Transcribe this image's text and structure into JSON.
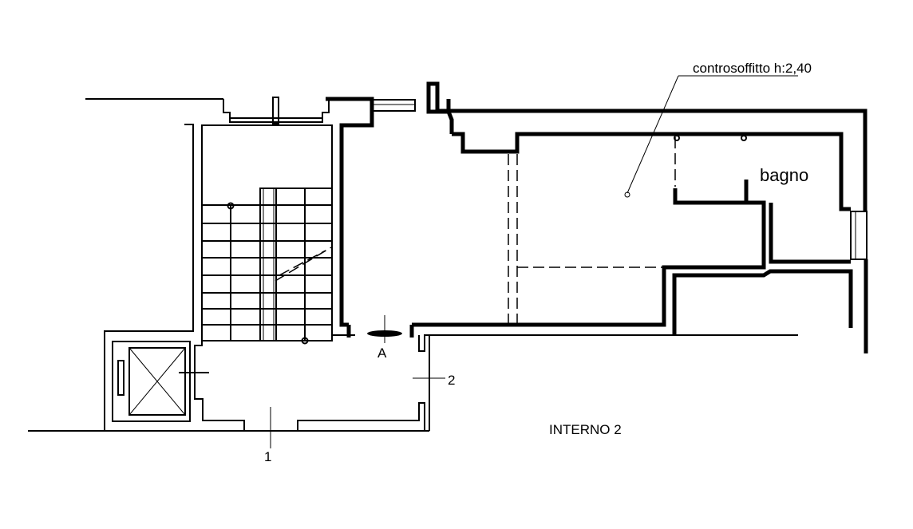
{
  "labels": {
    "ceiling_note": "controsoffitto h:2,40",
    "bathroom": "bagno",
    "unit": "INTERNO 2",
    "access_1": "1",
    "access_2": "2",
    "door_a": "A"
  }
}
